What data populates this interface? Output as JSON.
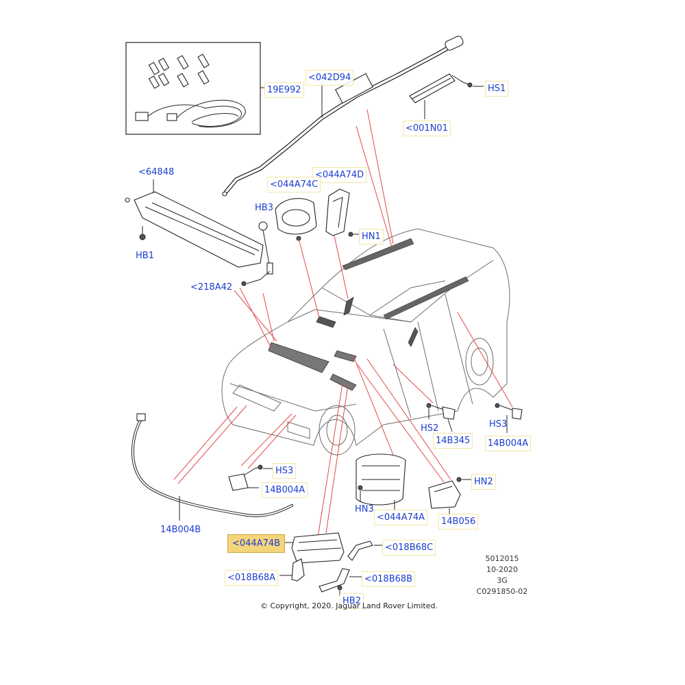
{
  "callouts": {
    "c_19E992": "19E992",
    "c_042D94": "<042D94",
    "c_HS1": "HS1",
    "c_001N01": "<001N01",
    "c_64848": "<64848",
    "c_044A74D": "<044A74D",
    "c_044A74C": "<044A74C",
    "c_HB3": "HB3",
    "c_HN1": "HN1",
    "c_HB1": "HB1",
    "c_218A42": "<218A42",
    "c_HS2": "HS2",
    "c_14B345": "14B345",
    "c_HS3_right": "HS3",
    "c_14B004A_right": "14B004A",
    "c_HS3_left": "HS3",
    "c_14B004A_left": "14B004A",
    "c_14B004B": "14B004B",
    "c_HN3": "HN3",
    "c_044A74A": "<044A74A",
    "c_HN2": "HN2",
    "c_14B056": "14B056",
    "c_044A74B": "<044A74B",
    "c_018B68C": "<018B68C",
    "c_018B68A": "<018B68A",
    "c_018B68B": "<018B68B",
    "c_HB2": "HB2"
  },
  "reference": {
    "line1": "5012015",
    "line2": "10-2020",
    "line3": "3G",
    "line4": "C0291850-02"
  },
  "copyright": "© Copyright, 2020. Jaguar Land Rover Limited.",
  "colors": {
    "callout_text": "#1a3ccf",
    "leader_lines": "#e04848",
    "highlight": "#f5d57a"
  }
}
